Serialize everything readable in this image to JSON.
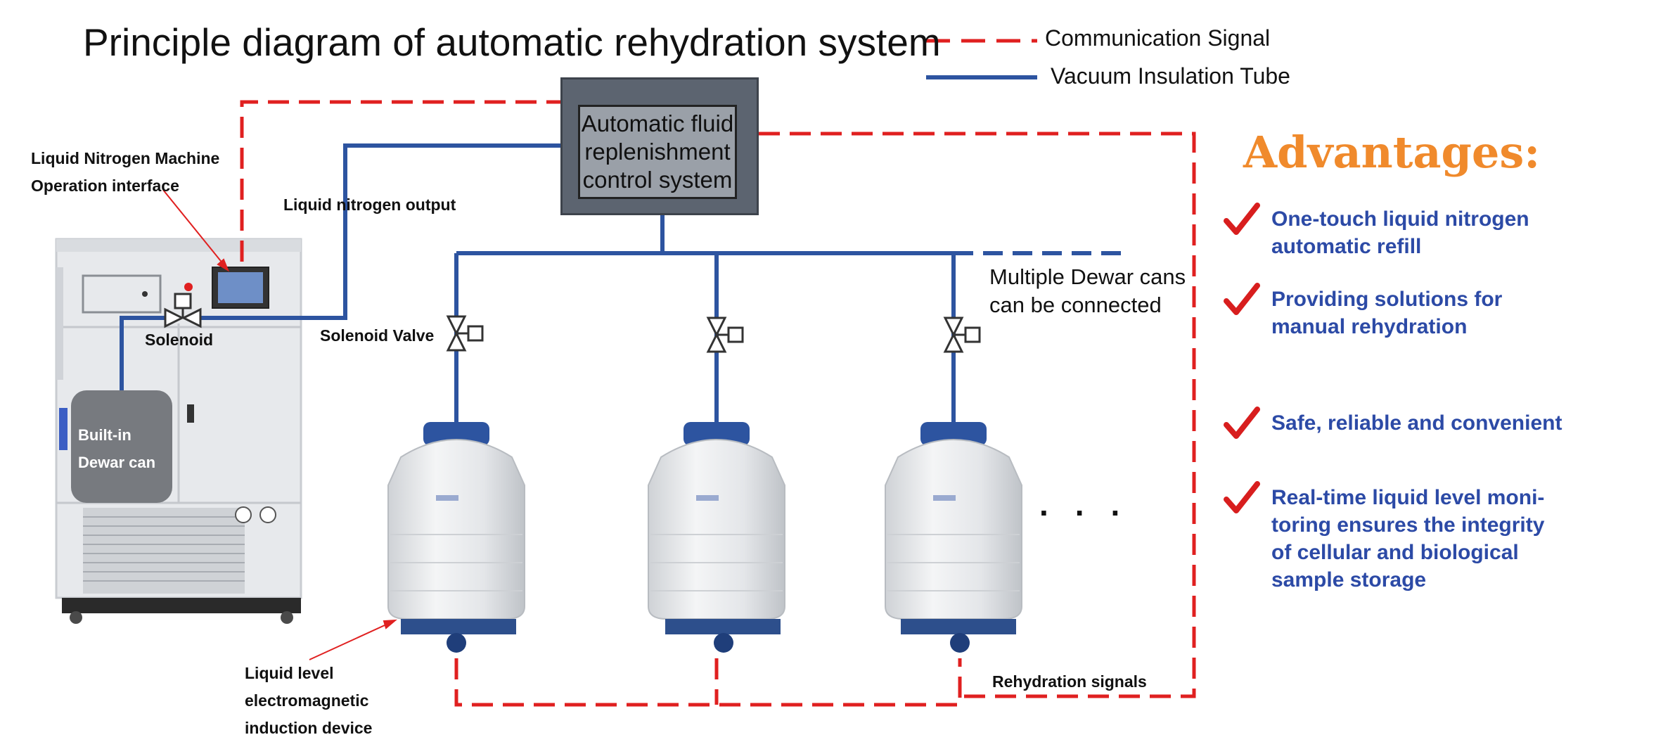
{
  "title": "Principle diagram of automatic rehydration system",
  "legend": {
    "communication_signal": "Communication Signal",
    "vacuum_insulation_tube": "Vacuum Insulation Tube"
  },
  "control_system": {
    "label": "Automatic fluid\nreplenishment\ncontrol system"
  },
  "machine": {
    "operation_interface_label": "Liquid Nitrogen Machine\nOperation interface",
    "output_label": "Liquid nitrogen output",
    "solenoid_label": "Solenoid",
    "builtin_dewar_label": "Built-in\nDewar can"
  },
  "dewars": {
    "solenoid_valve_label": "Solenoid Valve",
    "multiple_label": "Multiple Dewar cans\ncan be connected",
    "dots": "...",
    "level_device_label": "Liquid level\nelectromagnetic\ninduction device",
    "rehydration_signals_label": "Rehydration signals"
  },
  "advantages": {
    "title": "Advantages:",
    "items": [
      "One-touch liquid nitrogen\nautomatic refill",
      "Providing solutions for\nmanual rehydration",
      "Safe, reliable and convenient",
      "Real-time liquid level moni-\ntoring ensures the integrity\nof cellular and biological\nsample storage"
    ]
  },
  "colors": {
    "signal_red": "#e02020",
    "tube_blue": "#2d54a0",
    "advantages_orange": "#f08a2c",
    "advantages_text_blue": "#2c4aa6",
    "check_red": "#d81e1e"
  }
}
